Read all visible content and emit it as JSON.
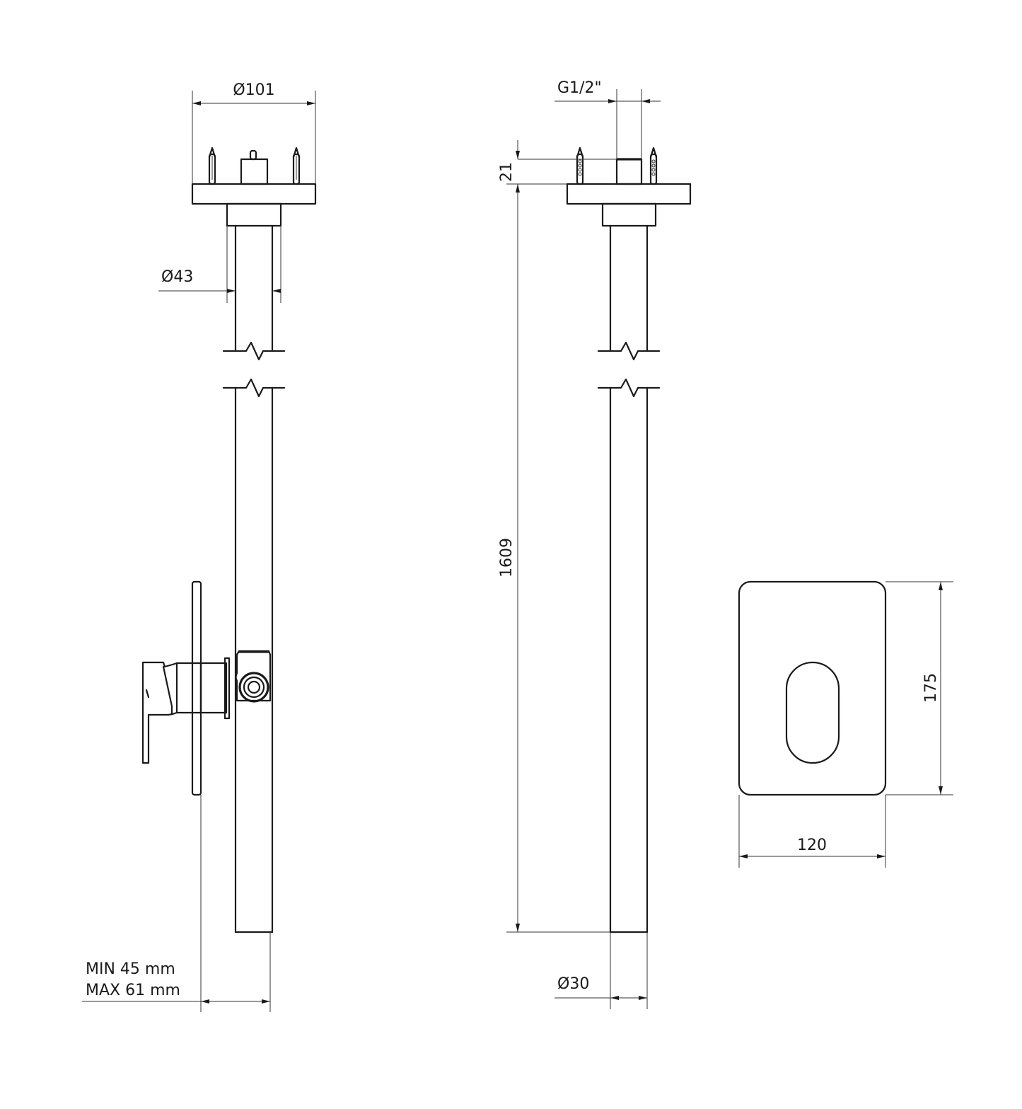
{
  "drawing": {
    "title": "Shower riser with concealed mixer - dimensioned technical drawing",
    "views": {
      "side_view": {
        "dimensions": {
          "flange_diameter": "Ø101",
          "tube_outer_diameter": "Ø43",
          "wall_depth_min": "MIN 45 mm",
          "wall_depth_max": "MAX 61 mm"
        }
      },
      "front_view": {
        "dimensions": {
          "thread": "G1/2\"",
          "thread_height": "21",
          "overall_length": "1609",
          "pipe_diameter": "Ø30"
        }
      },
      "cover_plate": {
        "dimensions": {
          "height": "175",
          "width": "120"
        }
      }
    },
    "colors": {
      "line": "#1a1a1a",
      "dimension_line": "#333333",
      "background": "#ffffff"
    }
  }
}
